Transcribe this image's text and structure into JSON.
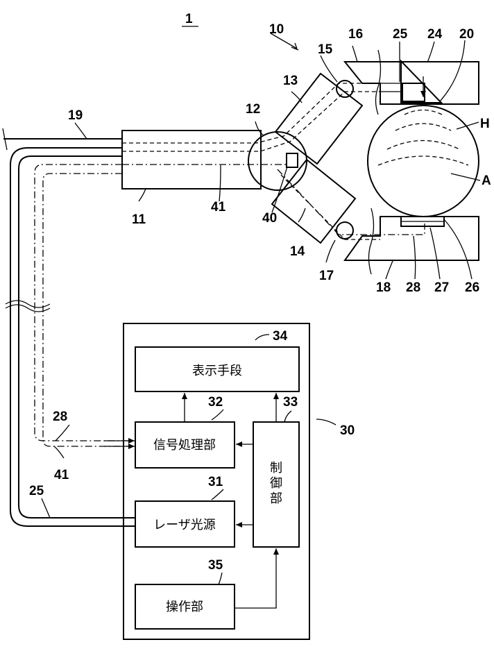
{
  "figure_number": "1",
  "labels": {
    "n10": "10",
    "n11": "11",
    "n12": "12",
    "n13": "13",
    "n14": "14",
    "n15": "15",
    "n16": "16",
    "n17": "17",
    "n18": "18",
    "n19": "19",
    "n20": "20",
    "n24": "24",
    "n25a": "25",
    "n25b": "25",
    "n26": "26",
    "n27": "27",
    "n28a": "28",
    "n28b": "28",
    "n30": "30",
    "n31": "31",
    "n32": "32",
    "n33": "33",
    "n34": "34",
    "n35": "35",
    "n40": "40",
    "n41a": "41",
    "n41b": "41",
    "H": "H",
    "A": "A"
  },
  "blocks": {
    "display": "表示手段",
    "signal": "信号処理部",
    "laser": "レーザ光源",
    "control_chars": [
      "制",
      "御",
      "部"
    ],
    "operation": "操作部"
  }
}
